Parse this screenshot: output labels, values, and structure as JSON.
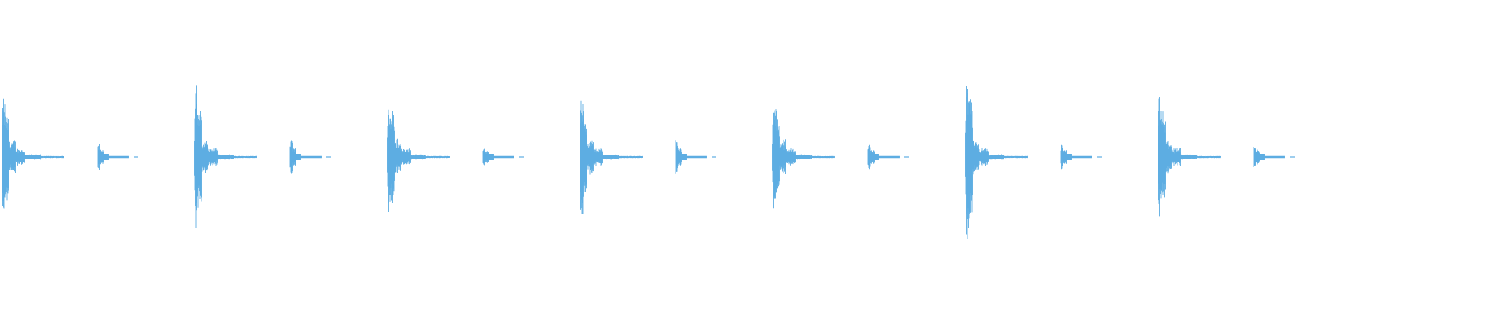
{
  "waveform": {
    "color": "#5dade2",
    "background": "#ffffff",
    "beat_count": 7,
    "beats": [
      {
        "main_peak": 0.46,
        "ghost_peak": 0.09
      },
      {
        "main_peak": 0.5,
        "ghost_peak": 0.11
      },
      {
        "main_peak": 0.5,
        "ghost_peak": 0.07
      },
      {
        "main_peak": 0.46,
        "ghost_peak": 0.11
      },
      {
        "main_peak": 0.45,
        "ghost_peak": 0.08
      },
      {
        "main_peak": 0.66,
        "ghost_peak": 0.08
      },
      {
        "main_peak": 0.46,
        "ghost_peak": 0.09
      }
    ]
  }
}
